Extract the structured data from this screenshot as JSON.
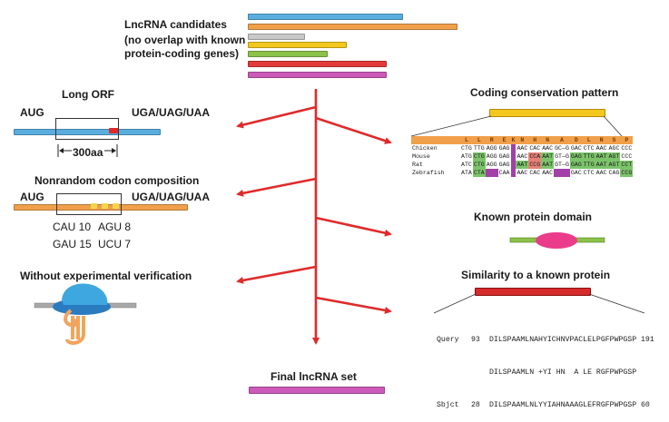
{
  "candidates": {
    "title_lines": [
      "LncRNA candidates",
      "(no overlap with known",
      "protein-coding genes)"
    ],
    "bar_colors": [
      "#5aaede",
      "#f0a04a",
      "#c8c8c8",
      "#f3c81e",
      "#8cc24a",
      "#e23a3a",
      "#cc5ab8"
    ]
  },
  "long_orf": {
    "title": "Long ORF",
    "start_codon": "AUG",
    "stop_codons": "UGA/UAG/UAA",
    "length_label": "300aa"
  },
  "codon_composition": {
    "title": "Nonrandom codon composition",
    "start_codon": "AUG",
    "stop_codons": "UGA/UAG/UAA",
    "counts_row1": [
      "CAU 10",
      "AGU 8"
    ],
    "counts_row2": [
      "GAU 15",
      "UCU 7"
    ]
  },
  "experimental": {
    "title": "Without experimental verification"
  },
  "conservation": {
    "title": "Coding conservation pattern",
    "amino_acids": [
      "L",
      "L",
      "R",
      "E",
      "K",
      "N",
      "H",
      "N",
      "A",
      "D",
      "L",
      "N",
      "S",
      "P"
    ],
    "rows": [
      {
        "species": "Chicken",
        "codons": [
          "CTG",
          "TTG",
          "AGG",
          "GAG",
          "",
          "AAC",
          "CAC",
          "AAC",
          "GC—G",
          "GAC",
          "CTC",
          "AAC",
          "AGC",
          "CCC"
        ]
      },
      {
        "species": "Mouse",
        "codons": [
          "ATG",
          "CTG",
          "AGG",
          "GAG",
          "",
          "AAC",
          "CCA",
          "AAT",
          "GT—G",
          "GAG",
          "TTG",
          "AAT",
          "AGT",
          "CCC"
        ]
      },
      {
        "species": "Rat",
        "codons": [
          "ATC",
          "CTG",
          "AGG",
          "GAG",
          "",
          "AAT",
          "CCG",
          "AAT",
          "GT—G",
          "GAG",
          "TTG",
          "AAT",
          "AGT",
          "CCT"
        ]
      },
      {
        "species": "Zebrafish",
        "codons": [
          "ATA",
          "CTA",
          "",
          "CAA",
          "",
          "AAC",
          "CAC",
          "AAC",
          "",
          "GAC",
          "CTC",
          "AAC",
          "CAG",
          "CCG"
        ]
      }
    ],
    "highlights": {
      "green": "#7cc46a",
      "purple": "#a23fa8",
      "red": "#e88078",
      "amber": "#f0a04a"
    }
  },
  "domain": {
    "title": "Known protein domain"
  },
  "similarity": {
    "title": "Similarity to a known protein",
    "blast_lines": [
      {
        "label": "Query",
        "start": "93",
        "seq": "DILSPAAMLNAHYICHNVPACLELPGFPWPGSP",
        "end": "191"
      },
      {
        "label": "",
        "start": "",
        "seq": "DILSPAAMLN +YI HN  A LE RGFPWPGSP",
        "end": ""
      },
      {
        "label": "Sbjct",
        "start": "28",
        "seq": "DILSPAAMLNLYYIAHNAAAGLEFRGFPWPGSP",
        "end": "60"
      }
    ]
  },
  "final": {
    "title": "Final lncRNA set"
  }
}
